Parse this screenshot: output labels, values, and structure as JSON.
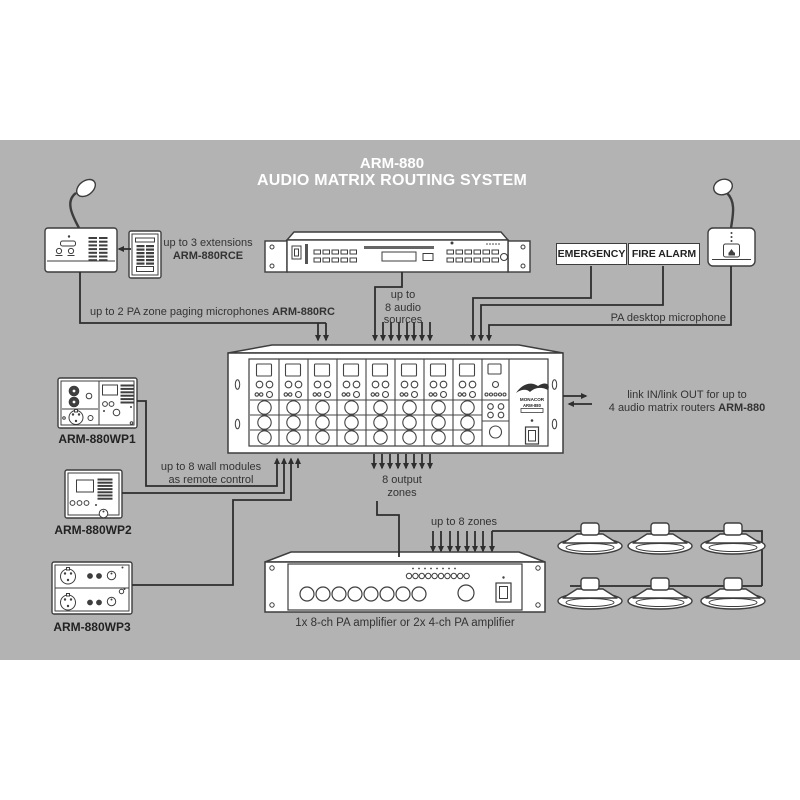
{
  "colors": {
    "band": "#b3b3b3",
    "wire": "#2e2e2e",
    "device_outline": "#3d3d3d",
    "text": "#333333",
    "title_text": "#ffffff"
  },
  "title": {
    "model": "ARM-880",
    "system": "AUDIO MATRIX ROUTING SYSTEM"
  },
  "paging": {
    "extensions_note": "up to 3 extensions",
    "extensions_model": "ARM-880RCE",
    "zone_note": "up to 2 PA zone paging microphones",
    "zone_model": "ARM-880RC"
  },
  "sources": {
    "line1": "up to",
    "line2": "8 audio",
    "line3": "sources"
  },
  "alarms": {
    "emergency": "EMERGENCY",
    "fire_alarm": "FIRE ALARM",
    "desktop_mic_note": "PA desktop microphone"
  },
  "matrix": {
    "brand": "MONACOR",
    "model": "ARM-880",
    "link_line1": "link IN/link OUT for up to",
    "link_line2": "4 audio matrix routers",
    "link_model": "ARM-880"
  },
  "wall_modules": {
    "note_line1": "up to 8 wall modules",
    "note_line2": "as remote control",
    "wp1_label": "ARM-880WP1",
    "wp2_label": "ARM-880WP2",
    "wp3_label": "ARM-880WP3"
  },
  "output": {
    "zones_line1": "8 output",
    "zones_line2": "zones",
    "zones_note": "up to 8 zones",
    "amp_caption": "1x 8-ch PA amplifier or 2x 4-ch PA amplifier"
  }
}
